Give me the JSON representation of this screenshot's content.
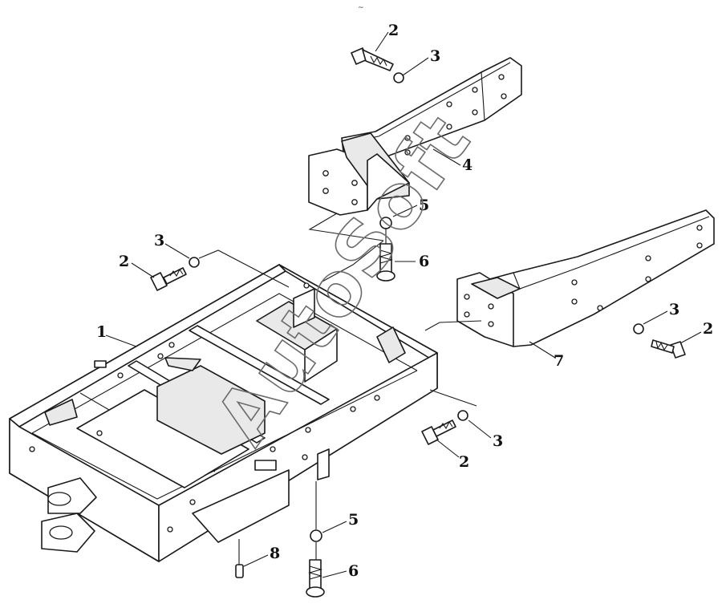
{
  "top_mark": "~",
  "watermark": {
    "text": "AutoSoft"
  },
  "callouts": [
    {
      "id": "c-2-top",
      "label": "2"
    },
    {
      "id": "c-3-top",
      "label": "3"
    },
    {
      "id": "c-4",
      "label": "4"
    },
    {
      "id": "c-5-upper",
      "label": "5"
    },
    {
      "id": "c-6-upper",
      "label": "6"
    },
    {
      "id": "c-3-left",
      "label": "3"
    },
    {
      "id": "c-2-left",
      "label": "2"
    },
    {
      "id": "c-1",
      "label": "1"
    },
    {
      "id": "c-3-right",
      "label": "3"
    },
    {
      "id": "c-2-right",
      "label": "2"
    },
    {
      "id": "c-7",
      "label": "7"
    },
    {
      "id": "c-3-mid",
      "label": "3"
    },
    {
      "id": "c-2-mid",
      "label": "2"
    },
    {
      "id": "c-5-lower",
      "label": "5"
    },
    {
      "id": "c-6-lower",
      "label": "6"
    },
    {
      "id": "c-8",
      "label": "8"
    }
  ]
}
